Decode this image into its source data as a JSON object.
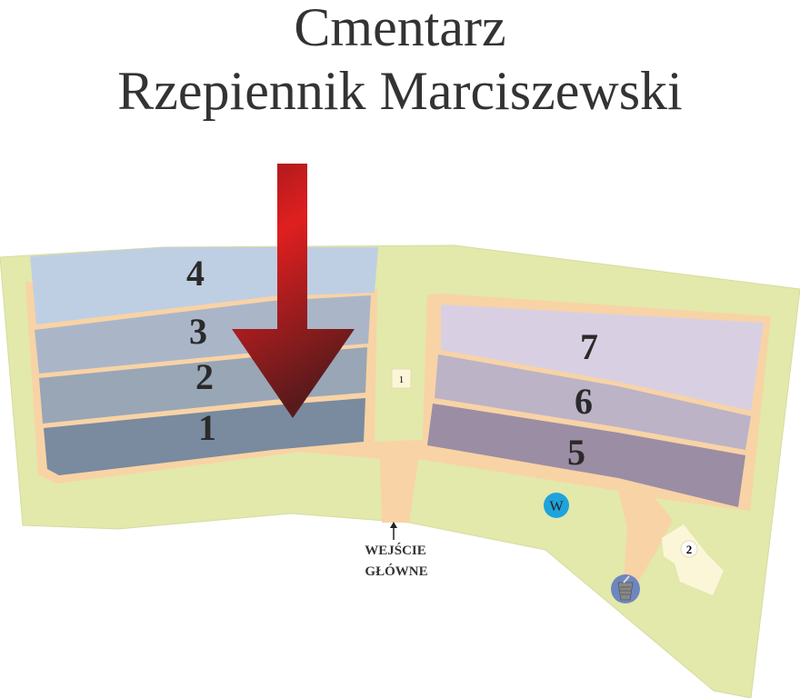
{
  "title": {
    "line1": "Cmentarz",
    "line2": "Rzepiennik Marciszewski"
  },
  "sections": [
    {
      "label": "4",
      "color": "#bfcfe3"
    },
    {
      "label": "3",
      "color": "#aab6c8"
    },
    {
      "label": "2",
      "color": "#98a6b6"
    },
    {
      "label": "1",
      "color": "#7a8a9f"
    },
    {
      "label": "7",
      "color": "#d8d0e2"
    },
    {
      "label": "6",
      "color": "#bcb3c6"
    },
    {
      "label": "5",
      "color": "#9b8da3"
    }
  ],
  "buildings": [
    {
      "label": "1"
    },
    {
      "label": "2"
    }
  ],
  "entrance": {
    "line1": "WEJŚCIE",
    "line2": "GŁÓWNE"
  },
  "water_icon": {
    "label": "W",
    "color": "#1fa3dc"
  },
  "trash_icon": {
    "color": "#6e86c0"
  },
  "colors": {
    "grass": "#e3e8ab",
    "path": "#f8d3a6",
    "arrow": "#c4161c"
  }
}
